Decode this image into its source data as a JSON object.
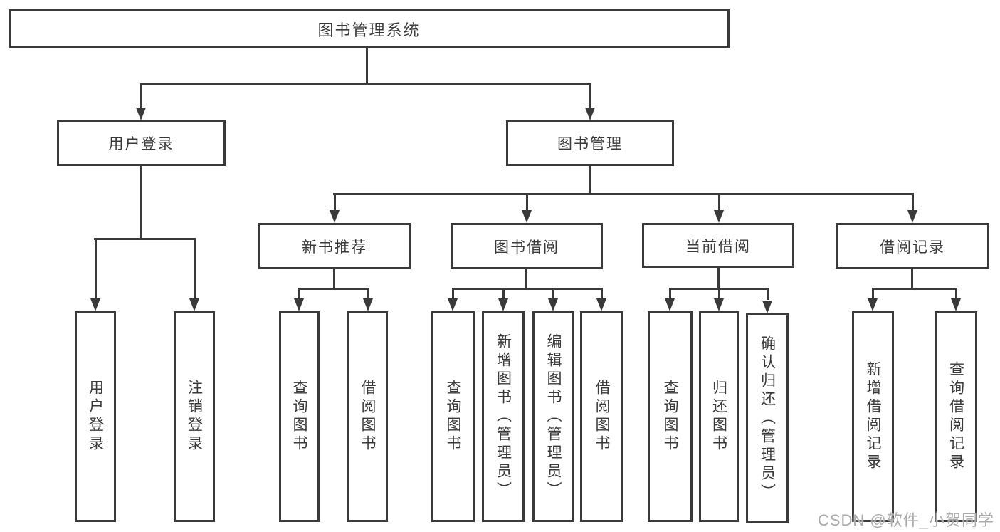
{
  "diagram": {
    "type": "tree",
    "tree": {
      "root": {
        "label": "图书管理系统",
        "children": [
          {
            "label": "用户登录",
            "children": [
              {
                "label": "用户登录"
              },
              {
                "label": "注销登录"
              }
            ]
          },
          {
            "label": "图书管理",
            "children": [
              {
                "label": "新书推荐",
                "children": [
                  {
                    "label": "查询图书"
                  },
                  {
                    "label": "借阅图书"
                  }
                ]
              },
              {
                "label": "图书借阅",
                "children": [
                  {
                    "label": "查询图书"
                  },
                  {
                    "label": "新增图书（管理员）"
                  },
                  {
                    "label": "编辑图书（管理员）"
                  },
                  {
                    "label": "借阅图书"
                  }
                ]
              },
              {
                "label": "当前借阅",
                "children": [
                  {
                    "label": "查询图书"
                  },
                  {
                    "label": "归还图书"
                  },
                  {
                    "label": "确认归还（管理员）"
                  }
                ]
              },
              {
                "label": "借阅记录",
                "children": [
                  {
                    "label": "新增借阅记录"
                  },
                  {
                    "label": "查询借阅记录"
                  }
                ]
              }
            ]
          }
        ]
      }
    },
    "colors": {
      "line": "#3a3a3a",
      "box_border": "#3a3a3a",
      "text": "#3a3a3a",
      "background": "#ffffff",
      "watermark_text": "#aaaaac"
    }
  },
  "watermark": {
    "text": "CSDN @软件_小贺同学"
  }
}
